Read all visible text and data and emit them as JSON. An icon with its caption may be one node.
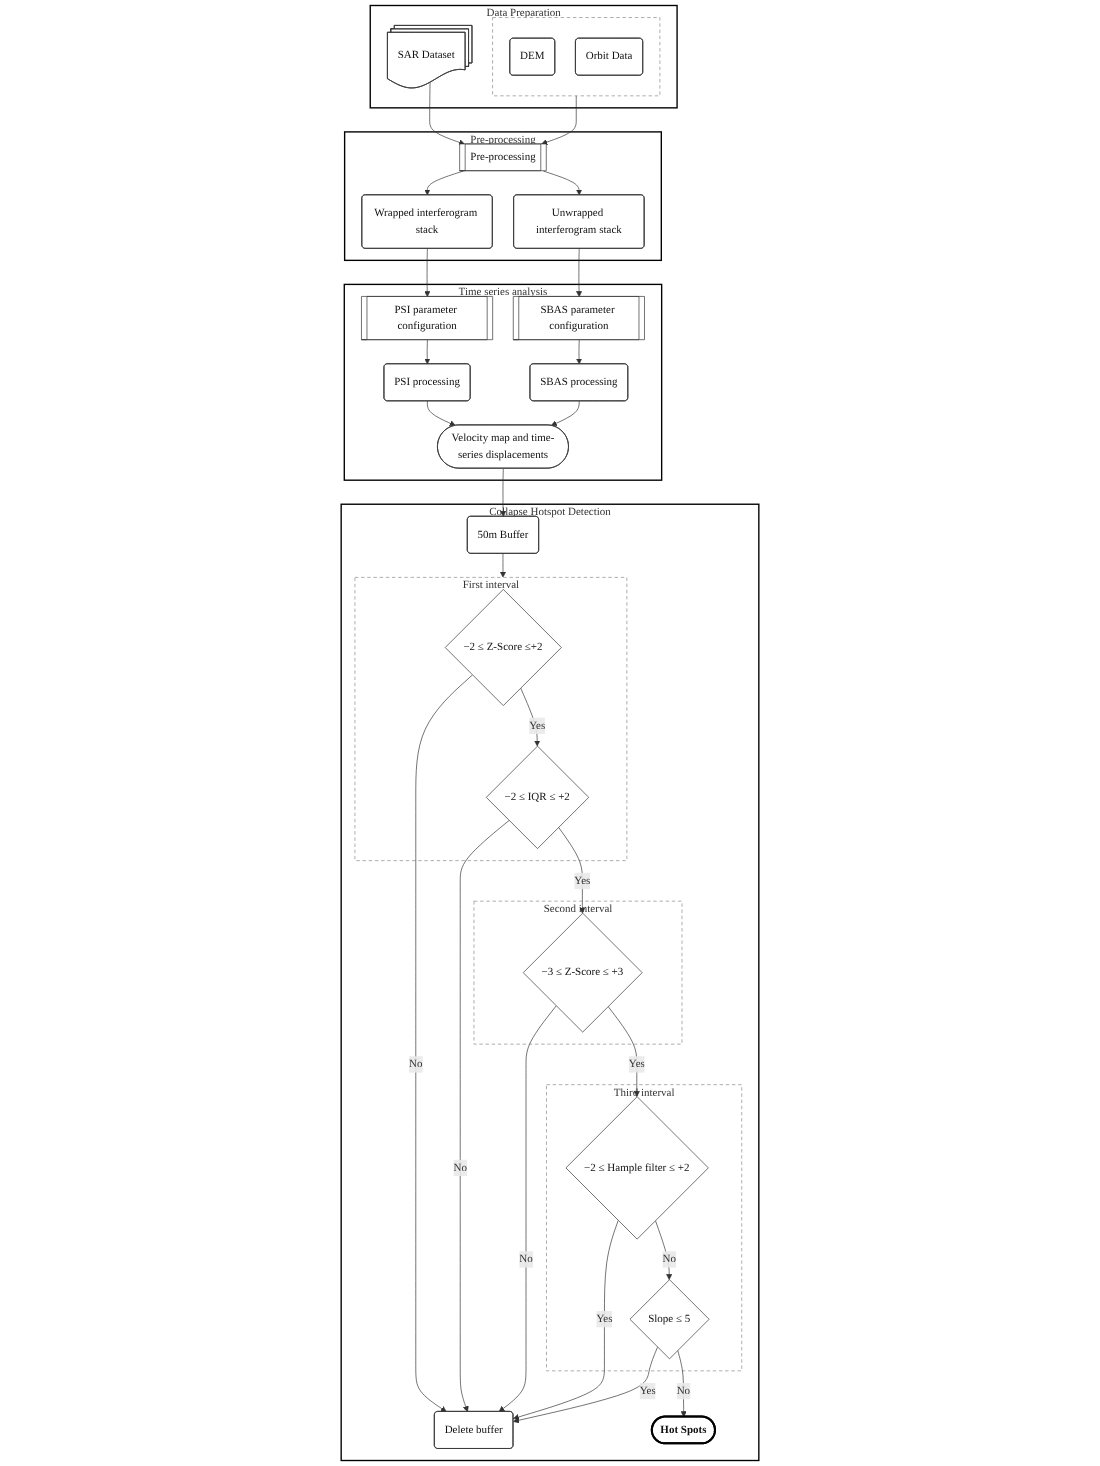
{
  "diagram": {
    "nodes": [
      {
        "text": [
          "Data Preparation"
        ]
      },
      {
        "text": [
          "SAR Dataset"
        ],
        "in": 0
      },
      {
        "text": [],
        "shape": "box",
        "in": 0
      },
      {
        "text": [
          "DEM"
        ],
        "in": 2
      },
      {
        "text": [
          "Orbit Data"
        ],
        "in": 2
      },
      {
        "text": [
          "Pre-processing"
        ]
      },
      {
        "text": [
          "Pre-processing"
        ],
        "in": 5
      },
      {
        "text": [
          "Wrapped interferogram stack"
        ],
        "in": 5
      },
      {
        "text": [
          "Unwrapped interferogram stack"
        ],
        "in": 5
      },
      {
        "text": [
          "Time series analysis"
        ]
      },
      {
        "text": [
          "PSI parameter configuration"
        ],
        "in": 9
      },
      {
        "text": [
          "SBAS parameter configuration"
        ],
        "in": 9
      },
      {
        "text": [
          "PSI processing"
        ],
        "in": 9
      },
      {
        "text": [
          "SBAS processing"
        ],
        "in": 9
      },
      {
        "text": [
          "Velocity map and time-series displacements"
        ],
        "in": 9
      },
      {
        "text": [
          "Collapse Hotspot Detection"
        ]
      },
      {
        "text": [
          "50m Buffer"
        ],
        "in": 15
      },
      {
        "text": [
          "First interval"
        ],
        "in": 15
      },
      {
        "text": [
          "−2 ≤ Z-Score ≤+2"
        ],
        "in": 17
      },
      {
        "text": [
          "−2 ≤ IQR ≤ +2"
        ],
        "in": 17
      },
      {
        "text": [
          "Delete buffer"
        ],
        "in": 15
      },
      {
        "text": [
          "Third interval"
        ],
        "in": 15
      },
      {
        "text": [
          "−2 ≤ Hample filter ≤ +2"
        ],
        "in": 21
      },
      {
        "text": [
          "Slope ≤ 5"
        ],
        "in": 21
      },
      {
        "text": [
          "Second interval"
        ],
        "in": 15
      },
      {
        "text": [
          "−3 ≤ Z-Score ≤ +3"
        ],
        "in": 24
      },
      {
        "text": [
          "Hot Spots"
        ],
        "in": 15
      }
    ],
    "edges": [
      {
        "from": 1,
        "to": 6,
        "arrow": "to"
      },
      {
        "from": 2,
        "to": 6,
        "arrow": "to"
      },
      {
        "from": 6,
        "to": 7,
        "arrow": "to"
      },
      {
        "from": 6,
        "to": 8,
        "arrow": "to"
      },
      {
        "from": 7,
        "to": 10,
        "arrow": "to"
      },
      {
        "from": 8,
        "to": 11,
        "arrow": "to"
      },
      {
        "from": 10,
        "to": 12,
        "arrow": "to"
      },
      {
        "from": 11,
        "to": 13,
        "arrow": "to"
      },
      {
        "from": 12,
        "to": 14,
        "arrow": "to"
      },
      {
        "from": 13,
        "to": 14,
        "arrow": "to"
      },
      {
        "from": 14,
        "to": 16,
        "arrow": "to"
      },
      {
        "from": 16,
        "to": 17,
        "arrow": "to"
      },
      {
        "from": 18,
        "to": 20,
        "arrow": "to",
        "label": "No"
      },
      {
        "from": 18,
        "to": 19,
        "arrow": "to",
        "label": "Yes"
      },
      {
        "from": 19,
        "to": 20,
        "arrow": "to",
        "label": "No"
      },
      {
        "from": 19,
        "to": 25,
        "arrow": "to",
        "label": "Yes"
      },
      {
        "from": 25,
        "to": 20,
        "arrow": "to",
        "label": "No"
      },
      {
        "from": 25,
        "to": 22,
        "arrow": "to",
        "label": "Yes"
      },
      {
        "from": 22,
        "to": 20,
        "arrow": "to",
        "label": "Yes"
      },
      {
        "from": 22,
        "to": 23,
        "arrow": "to",
        "label": "No"
      },
      {
        "from": 23,
        "to": 20,
        "arrow": "to",
        "label": "Yes"
      },
      {
        "from": 23,
        "to": 26,
        "arrow": "to",
        "label": "No"
      }
    ]
  }
}
